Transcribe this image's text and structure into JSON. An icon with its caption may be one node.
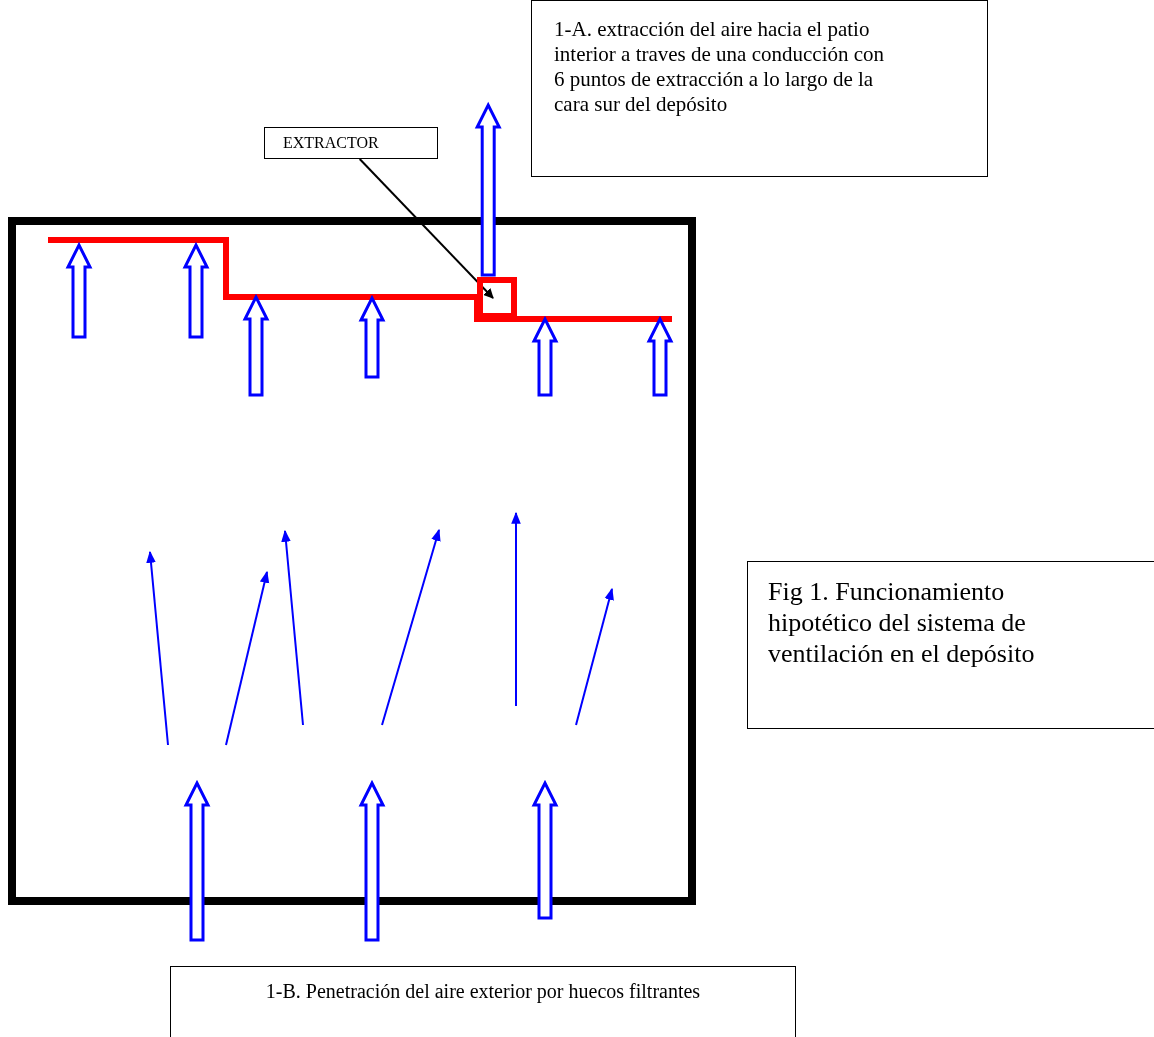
{
  "diagram": {
    "nodes": [
      {
        "text": [
          "1-A. extracción del aire hacia el patio interior a traves de una conducción con 6 puntos de extracción a lo largo de la cara sur del depósito"
        ]
      },
      {
        "text": [
          "EXTRACTOR"
        ]
      },
      {
        "text": [],
        "shape": "box"
      },
      {
        "text": [
          "Fig 1. Funcionamiento hipotético del sistema de ventilación en el depósito"
        ]
      },
      {
        "text": [
          "1-B. Penetración del aire exterior por huecos filtrantes"
        ]
      }
    ],
    "edges": [
      {
        "from": 1,
        "to": 2,
        "arrow": "to"
      },
      {
        "from": 2,
        "to": null,
        "arrow": "to"
      }
    ]
  }
}
